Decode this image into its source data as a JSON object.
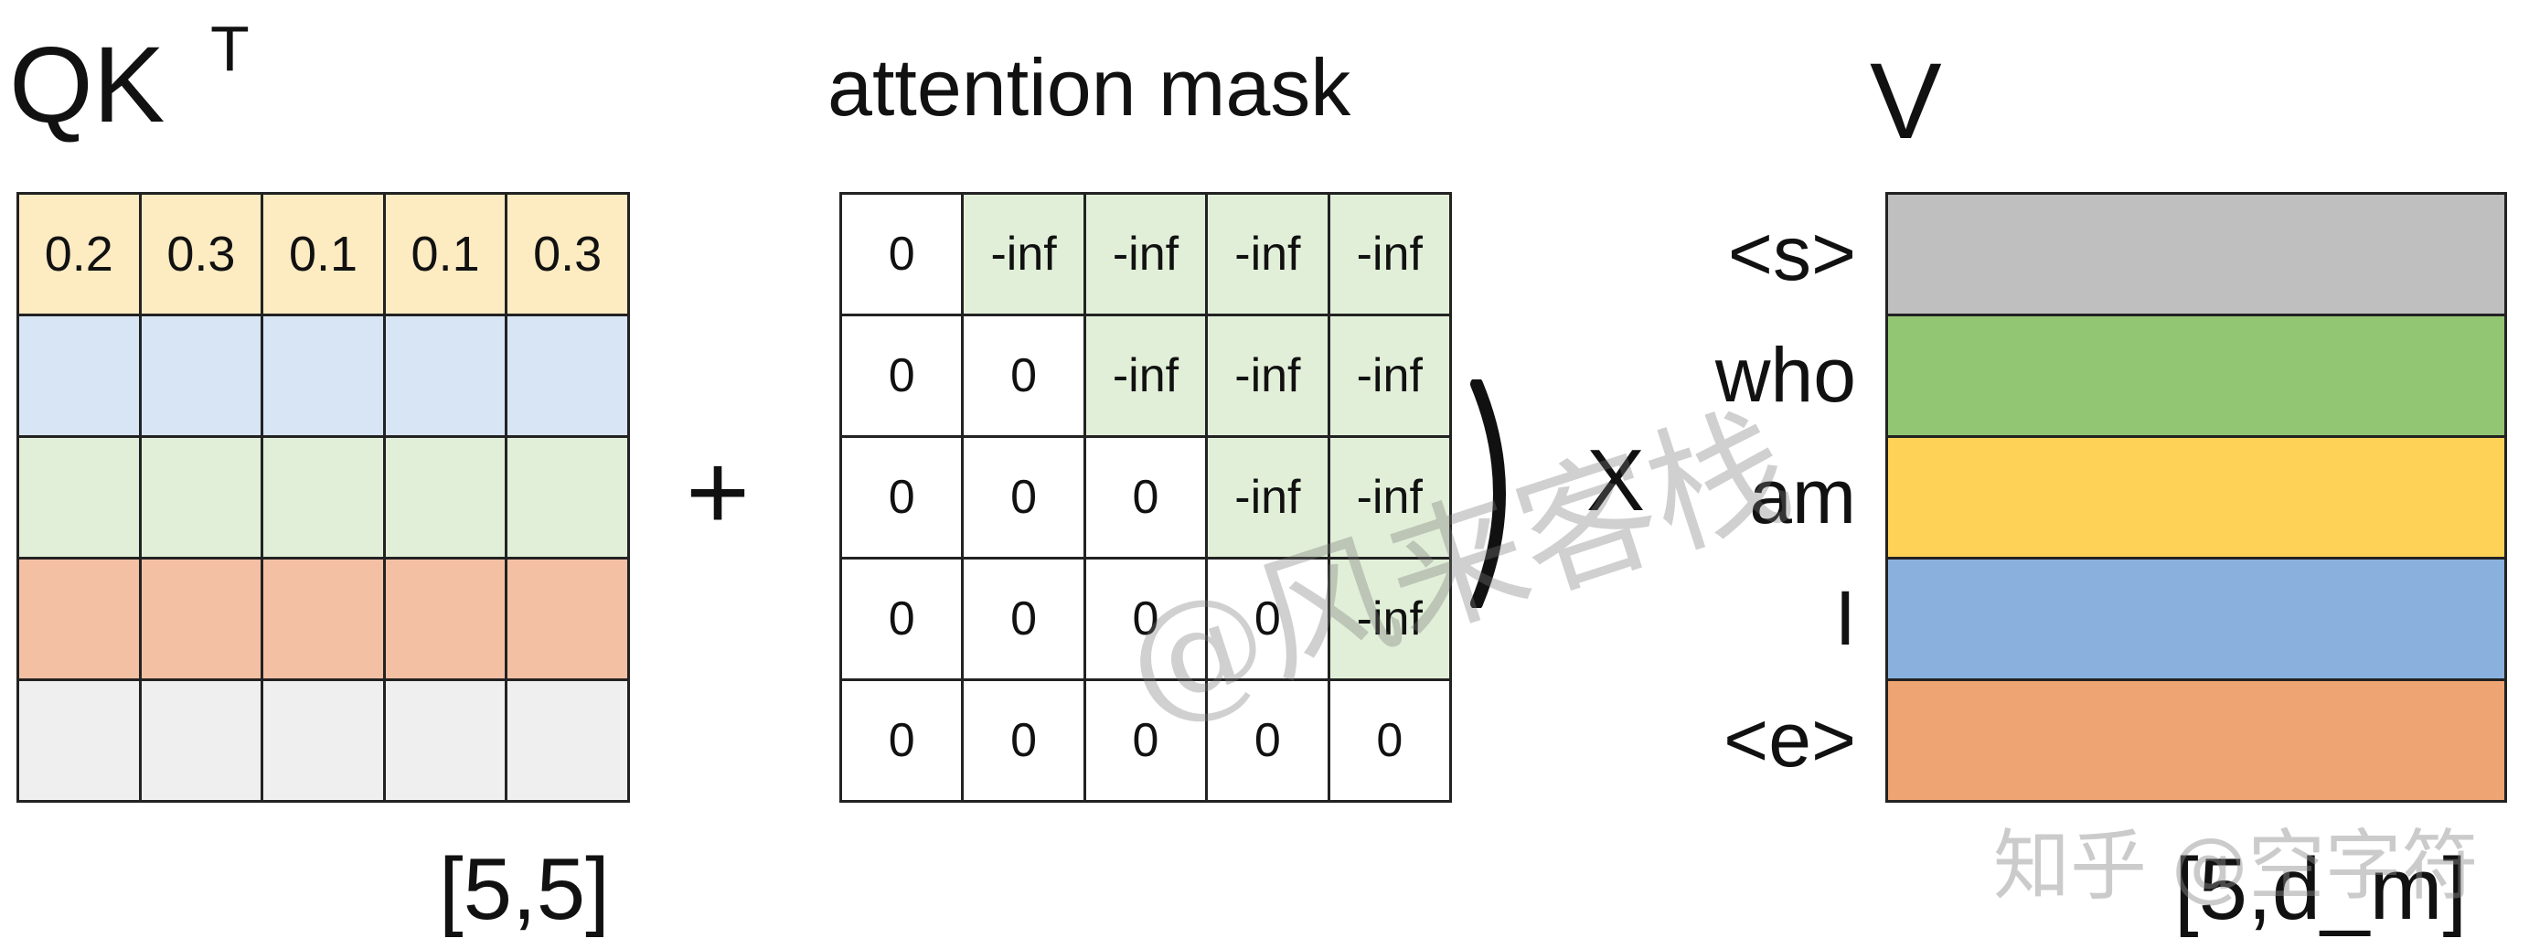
{
  "qk": {
    "title_main": "QK",
    "title_sup": "T",
    "first_row_values": [
      "0.2",
      "0.3",
      "0.1",
      "0.1",
      "0.3"
    ],
    "row_colors": [
      "#fdebc2",
      "#d7e5f5",
      "#e1efd8",
      "#f4c0a3",
      "#efefef"
    ],
    "dimension": "[5,5]"
  },
  "plus_sign": "+",
  "mask": {
    "title": "attention mask",
    "rows": [
      [
        "0",
        "-inf",
        "-inf",
        "-inf",
        "-inf"
      ],
      [
        "0",
        "0",
        "-inf",
        "-inf",
        "-inf"
      ],
      [
        "0",
        "0",
        "0",
        "-inf",
        "-inf"
      ],
      [
        "0",
        "0",
        "0",
        "0",
        "-inf"
      ],
      [
        "0",
        "0",
        "0",
        "0",
        "0"
      ]
    ],
    "inf_color": "#e1efd8",
    "zero_color": "#ffffff"
  },
  "close_paren": ")",
  "times_sign": "X",
  "v": {
    "title": "V",
    "tokens": [
      "<s>",
      "who",
      "am",
      "I",
      "<e>"
    ],
    "bar_colors": [
      "#bfbfbf",
      "#93c673",
      "#fdd257",
      "#8ab1dd",
      "#efa473"
    ],
    "dimension": "[5,d_m]"
  },
  "watermark": {
    "center": "@风来客栈",
    "corner": "知乎 @空字符"
  }
}
